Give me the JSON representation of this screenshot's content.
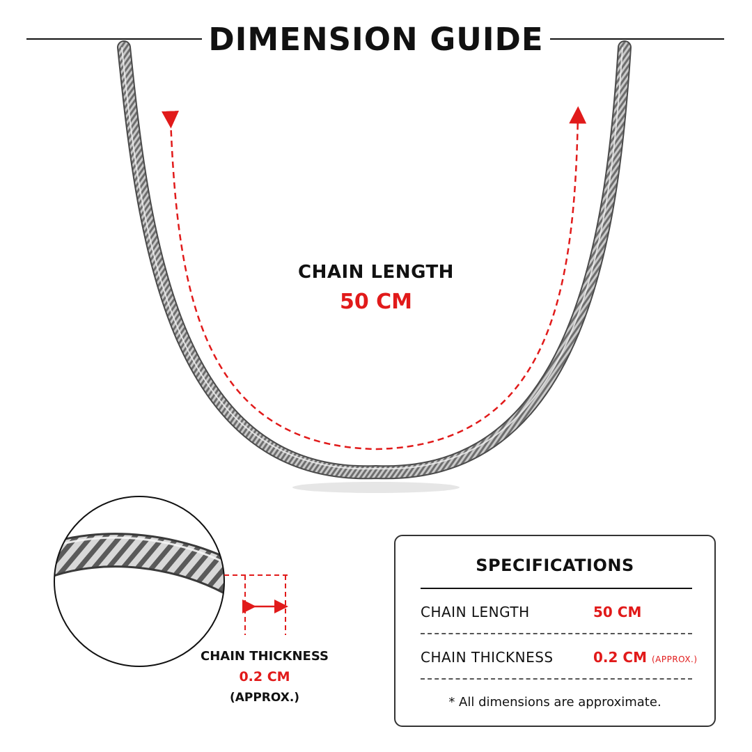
{
  "header": {
    "title": "DIMENSION GUIDE"
  },
  "length_callout": {
    "label": "CHAIN LENGTH",
    "value": "50 CM"
  },
  "thickness_callout": {
    "label": "CHAIN THICKNESS",
    "value": "0.2 CM",
    "note": "(APPROX.)"
  },
  "specifications": {
    "title": "SPECIFICATIONS",
    "rows": [
      {
        "label": "CHAIN LENGTH",
        "value": "50 CM",
        "suffix": ""
      },
      {
        "label": "CHAIN THICKNESS",
        "value": "0.2 CM",
        "suffix": "(APPROX.)"
      }
    ],
    "note": "* All dimensions are approximate."
  },
  "colors": {
    "accent": "#e11a1a",
    "text": "#111111",
    "chain": "#8a8a8a"
  }
}
